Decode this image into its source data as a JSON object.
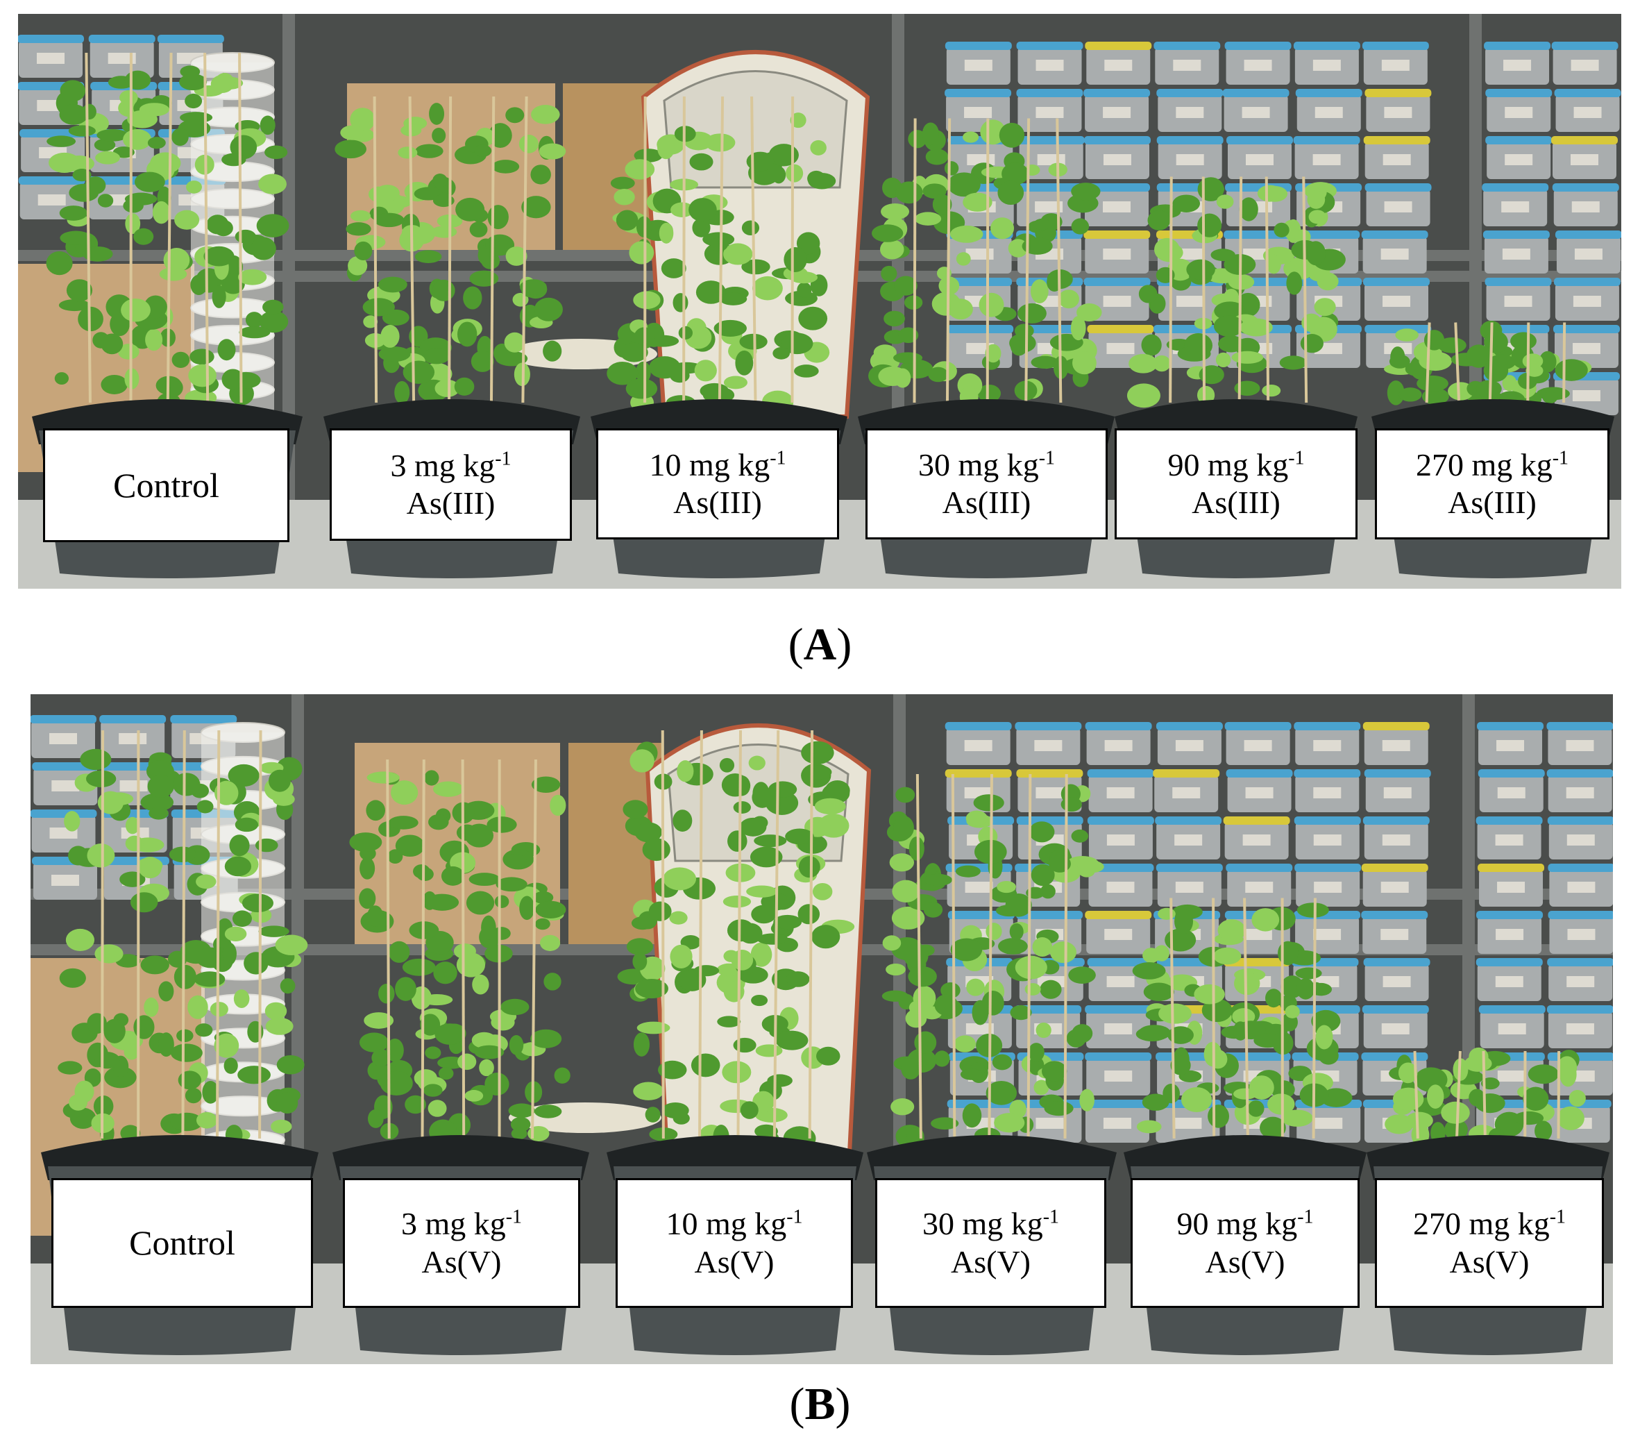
{
  "colors": {
    "shelf_back": "#4a4d4b",
    "shelf_frame": "#6f7270",
    "container_body": "#a9adae",
    "container_lid": "#4aa3cf",
    "lid_yellow": "#d8c83a",
    "cardboard": "#c7a57a",
    "pot": "#4b5152",
    "plant_green": "#4f9a2f",
    "leaf_light": "#8fcf5a",
    "bench": "#c6c8c3"
  },
  "panels": [
    {
      "caption": {
        "open": "(",
        "letter": "A",
        "close": ")"
      },
      "treatments": [
        {
          "text": "Control"
        },
        {
          "amount": "3 mg kg",
          "exponent": "-1",
          "species": "As(III)"
        },
        {
          "amount": "10 mg kg",
          "exponent": "-1",
          "species": "As(III)"
        },
        {
          "amount": "30 mg kg",
          "exponent": "-1",
          "species": "As(III)"
        },
        {
          "amount": "90 mg kg",
          "exponent": "-1",
          "species": "As(III)"
        },
        {
          "amount": "270 mg kg",
          "exponent": "-1",
          "species": "As(III)"
        }
      ]
    },
    {
      "caption": {
        "open": "(",
        "letter": "B",
        "close": ")"
      },
      "treatments": [
        {
          "text": "Control"
        },
        {
          "amount": "3 mg kg",
          "exponent": "-1",
          "species": "As(V)"
        },
        {
          "amount": "10 mg kg",
          "exponent": "-1",
          "species": "As(V)"
        },
        {
          "amount": "30 mg kg",
          "exponent": "-1",
          "species": "As(V)"
        },
        {
          "amount": "90 mg kg",
          "exponent": "-1",
          "species": "As(V)"
        },
        {
          "amount": "270 mg kg",
          "exponent": "-1",
          "species": "As(V)"
        }
      ]
    }
  ]
}
